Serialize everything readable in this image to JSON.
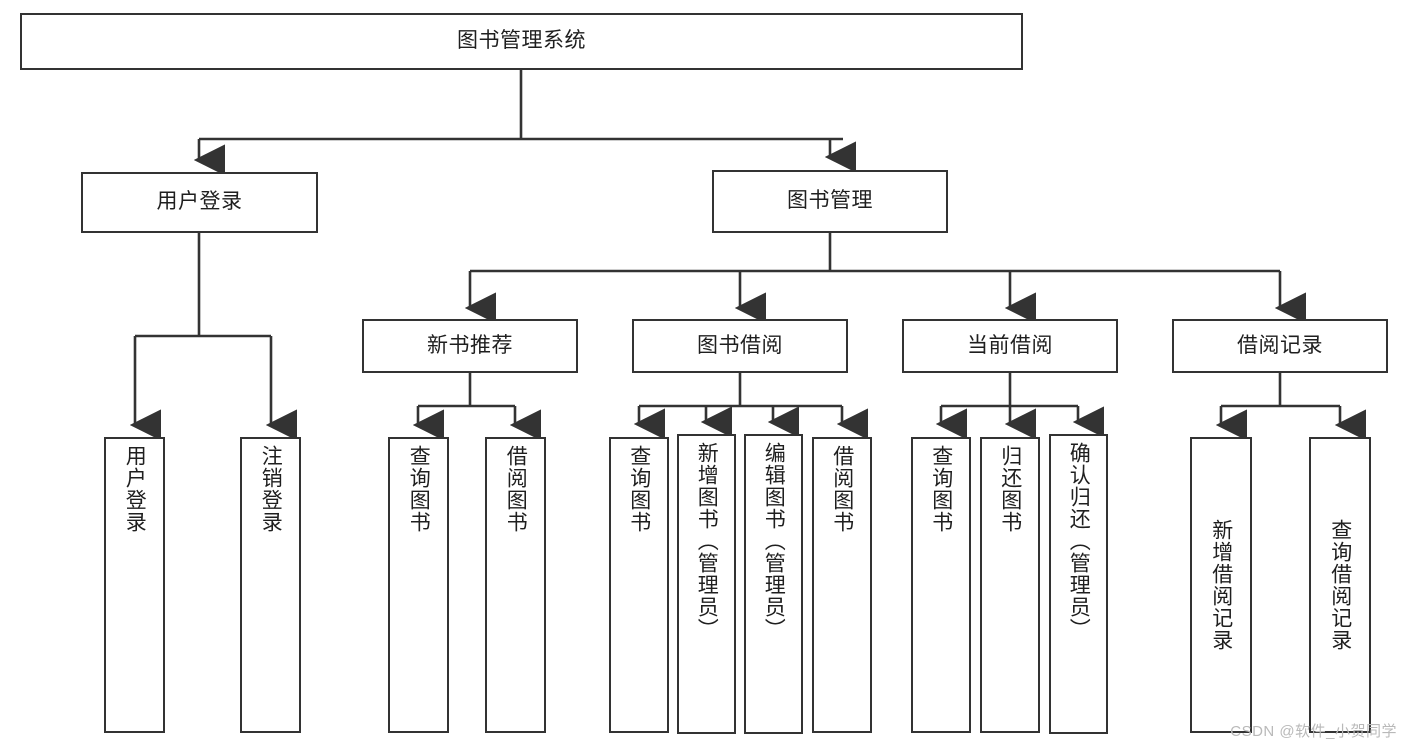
{
  "diagram": {
    "type": "tree",
    "title": "图书管理系统",
    "root": {
      "id": "root",
      "label": "图书管理系统"
    },
    "level1": [
      {
        "id": "user-login",
        "label": "用户登录"
      },
      {
        "id": "book-management",
        "label": "图书管理"
      }
    ],
    "level2": [
      {
        "id": "new-book-recommend",
        "label": "新书推荐",
        "parent": "book-management"
      },
      {
        "id": "book-borrow",
        "label": "图书借阅",
        "parent": "book-management"
      },
      {
        "id": "current-borrow",
        "label": "当前借阅",
        "parent": "book-management"
      },
      {
        "id": "borrow-record",
        "label": "借阅记录",
        "parent": "book-management"
      }
    ],
    "leaves": {
      "user-login": [
        {
          "id": "leaf-user-login",
          "label": "用户登录"
        },
        {
          "id": "leaf-user-logout",
          "label": "注销登录"
        }
      ],
      "new-book-recommend": [
        {
          "id": "leaf-query-book-1",
          "label": "查询图书"
        },
        {
          "id": "leaf-borrow-book-1",
          "label": "借阅图书"
        }
      ],
      "book-borrow": [
        {
          "id": "leaf-query-book-2",
          "label": "查询图书"
        },
        {
          "id": "leaf-add-book",
          "label": "新增图书（管理员）"
        },
        {
          "id": "leaf-edit-book",
          "label": "编辑图书（管理员）"
        },
        {
          "id": "leaf-borrow-book-2",
          "label": "借阅图书"
        }
      ],
      "current-borrow": [
        {
          "id": "leaf-query-book-3",
          "label": "查询图书"
        },
        {
          "id": "leaf-return-book",
          "label": "归还图书"
        },
        {
          "id": "leaf-confirm-return",
          "label": "确认归还（管理员）"
        }
      ],
      "borrow-record": [
        {
          "id": "leaf-add-record",
          "label": "新增借阅记录"
        },
        {
          "id": "leaf-query-record",
          "label": "查询借阅记录"
        }
      ]
    }
  },
  "watermark": {
    "text": "CSDN @软件_小贺同学"
  },
  "colors": {
    "border": "#333333",
    "background": "#ffffff",
    "text": "#1f1f1f",
    "watermark": "#b9b9b9"
  }
}
